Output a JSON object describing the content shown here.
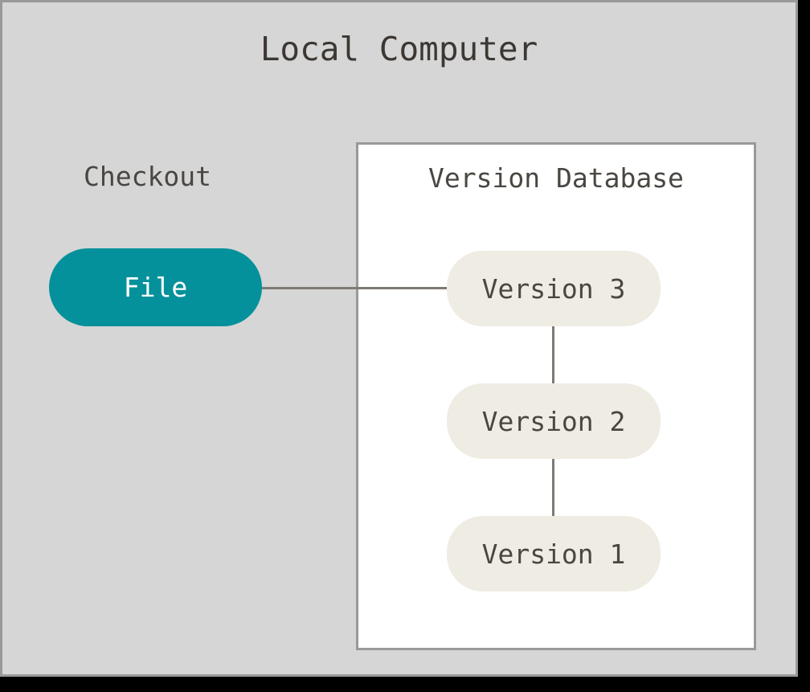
{
  "diagram": {
    "title": "Local Computer",
    "checkout_label": "Checkout",
    "database_title": "Version Database",
    "file_node": {
      "label": "File",
      "color": "#05919b",
      "text_color": "#ffffff"
    },
    "versions": [
      {
        "label": "Version 3"
      },
      {
        "label": "Version 2"
      },
      {
        "label": "Version 1"
      }
    ],
    "colors": {
      "panel_background": "#d6d6d6",
      "panel_border": "#999999",
      "database_background": "#ffffff",
      "database_border": "#999999",
      "version_node_fill": "#efece3",
      "node_text": "#4a4642",
      "title_text": "#3c3733",
      "connector": "#7f7a74",
      "frame": "#000000"
    }
  }
}
